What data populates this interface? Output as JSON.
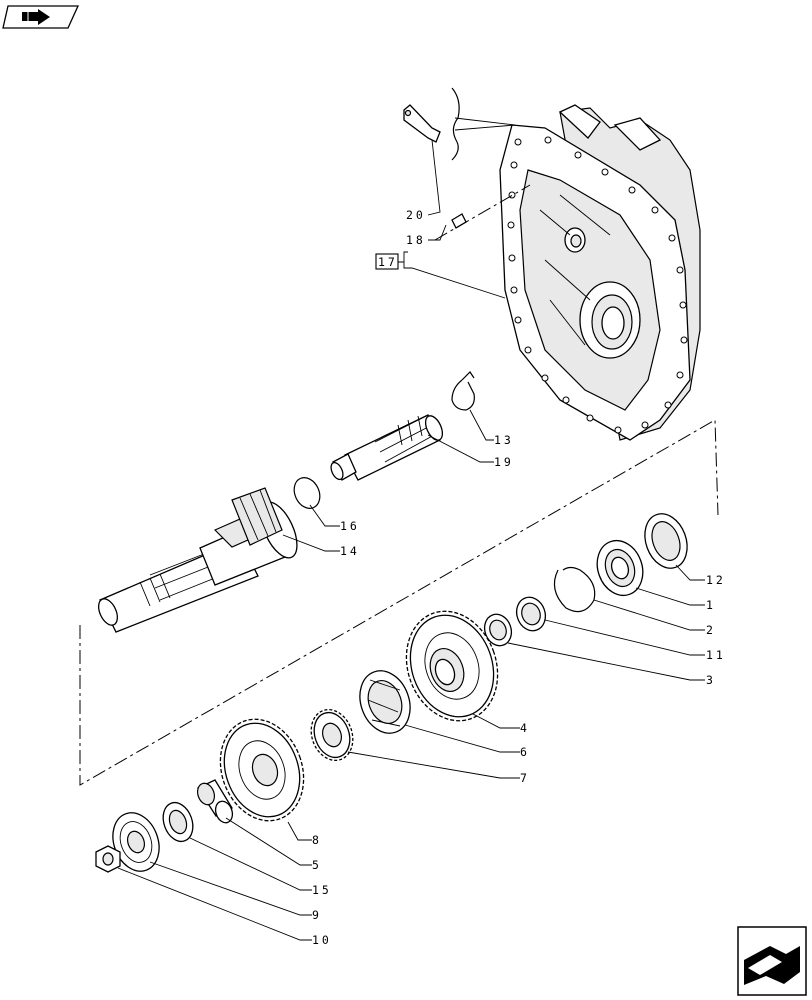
{
  "callouts": {
    "c1": "1",
    "c2": "2",
    "c3": "3",
    "c4": "4",
    "c5": "5",
    "c6": "6",
    "c7": "7",
    "c8": "8",
    "c9": "9",
    "c10": "10",
    "c11": "11",
    "c12": "12",
    "c13": "13",
    "c14": "14",
    "c15": "15",
    "c16": "16",
    "c17": "17",
    "c18": "18",
    "c19": "19",
    "c20": "20"
  },
  "icons": {
    "top_nav": "book-arrow-icon",
    "bottom_nav": "next-page-arrow-icon"
  }
}
